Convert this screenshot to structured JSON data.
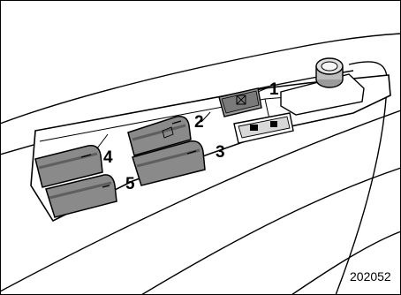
{
  "figure": {
    "figure_id": "202052",
    "callouts": [
      "1",
      "2",
      "3",
      "4",
      "5"
    ],
    "colors": {
      "outline": "#000000",
      "switch_fill": "#8a8a8a",
      "switch_shade": "#5f5f5f",
      "panel_fill": "#ffffff"
    }
  }
}
